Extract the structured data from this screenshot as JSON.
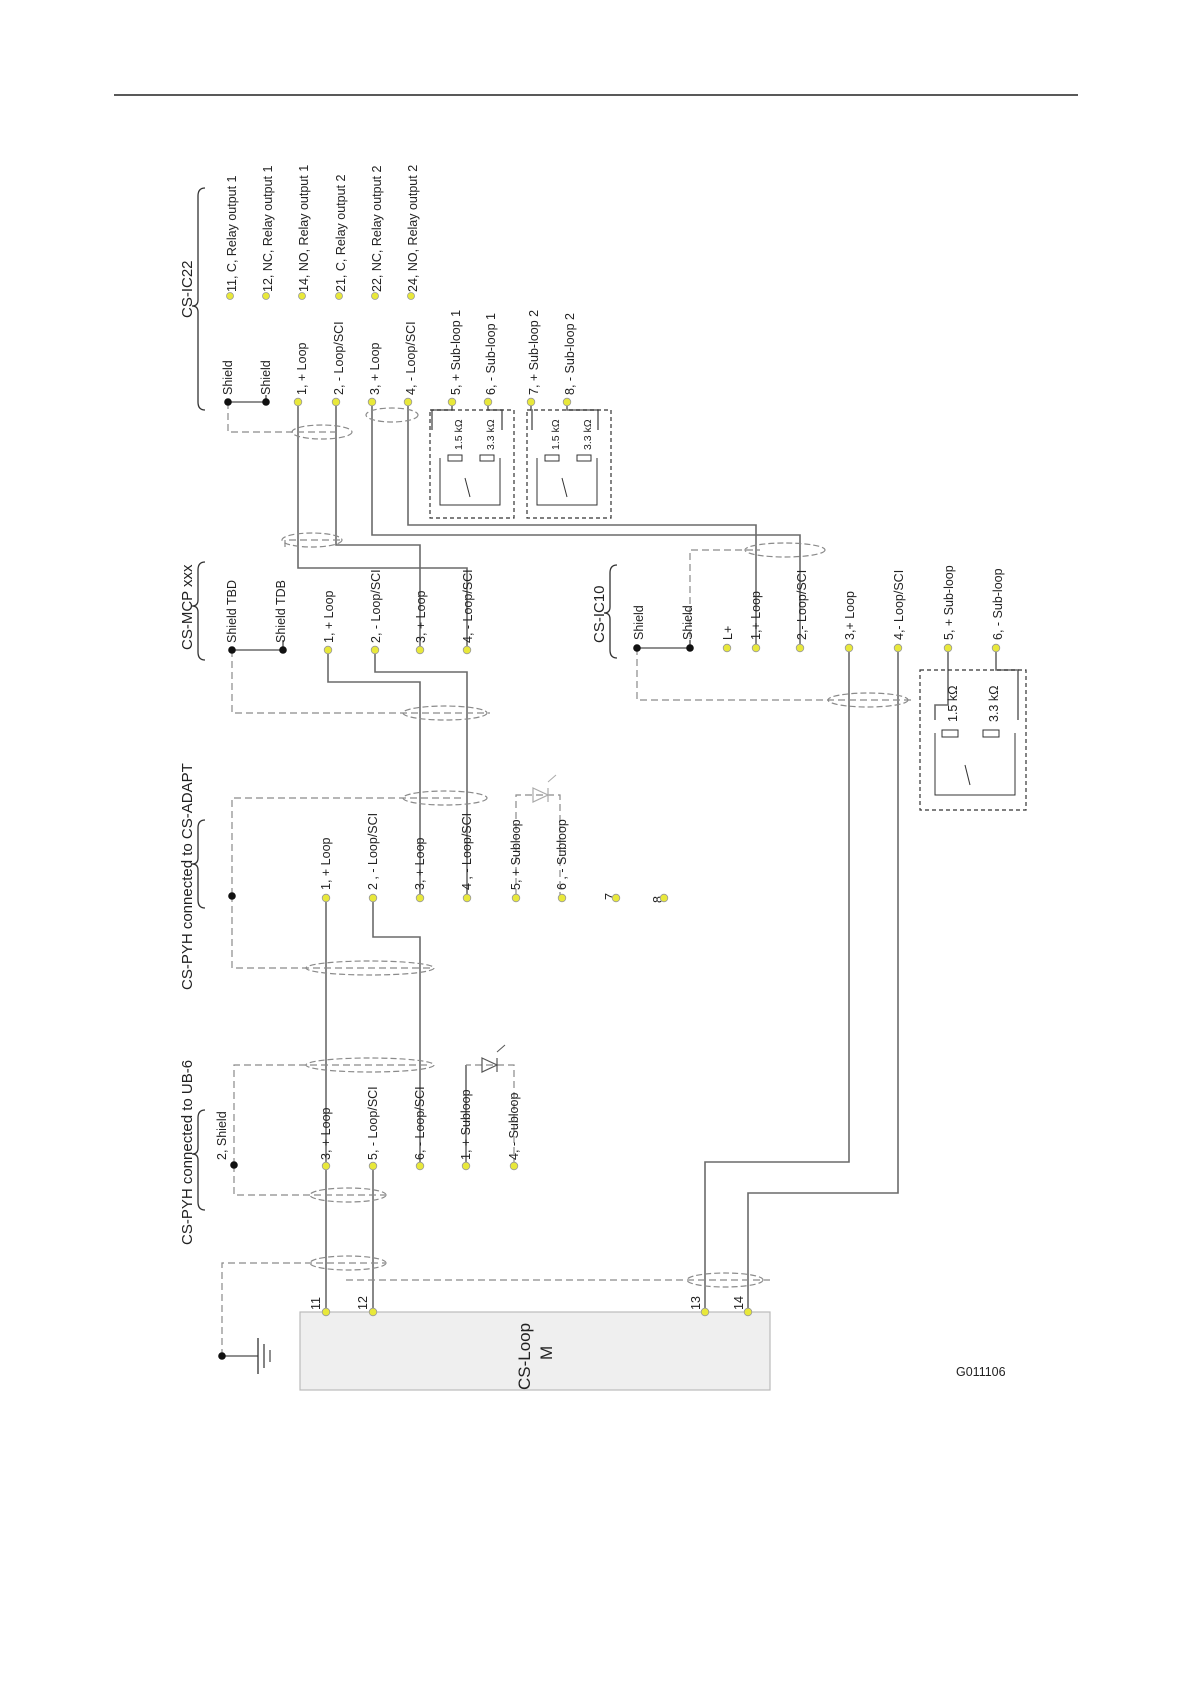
{
  "blocks": {
    "cs_ic22": {
      "title": "CS-IC22",
      "left": [
        "Shield",
        "Shield",
        "1, + Loop",
        "2, - Loop/SCI",
        "3, + Loop",
        "4, - Loop/SCI",
        "5, + Sub-loop 1",
        "6, - Sub-loop 1",
        "7, + Sub-loop 2",
        "8, - Sub-loop 2"
      ],
      "right": [
        "11, C, Relay output 1",
        "12, NC, Relay output 1",
        "14, NO, Relay output 1",
        "21, C, Relay output 2",
        "22, NC, Relay output 2",
        "24, NO, Relay output 2"
      ],
      "r1": "1.5 kΩ",
      "r2": "3.3 kΩ"
    },
    "cs_mcp": {
      "title": "CS-MCP xxx",
      "labels": [
        "Shield TBD",
        "Shield TDB",
        "1, + Loop",
        "2, - Loop/SCI",
        "3, + Loop",
        "4, - Loop/SCI"
      ]
    },
    "cs_ic10": {
      "title": "CS-IC10",
      "labels": [
        "Shield",
        "Shield",
        "L+",
        "1,+ Loop",
        "2,- Loop/SCI",
        "3,+ Loop",
        "4,- Loop/SCI",
        "5, + Sub-loop",
        "6, - Sub-loop"
      ],
      "r1": "1.5 kΩ",
      "r2": "3.3 kΩ"
    },
    "cs_pyh_adapt": {
      "title": "CS-PYH connected to CS-ADAPT",
      "labels": [
        "1, + Loop",
        "2 , - Loop/SCI",
        "3, + Loop",
        "4 , - Loop/SCI",
        "5, + Subloop",
        "6 , - Subloop",
        "7",
        "8"
      ]
    },
    "cs_pyh_ub6": {
      "title": "CS-PYH connected to UB-6",
      "labels": [
        "2, Shield",
        "3, + Loop",
        "5, - Loop/SCI",
        "6, - Loop/SCI",
        "1, + Subloop",
        "4, - Subloop"
      ]
    },
    "cs_loop": {
      "name": "CS-Loop",
      "sub": "M",
      "terminals": [
        "11",
        "12",
        "13",
        "14"
      ]
    }
  },
  "figure_id": "G011106"
}
